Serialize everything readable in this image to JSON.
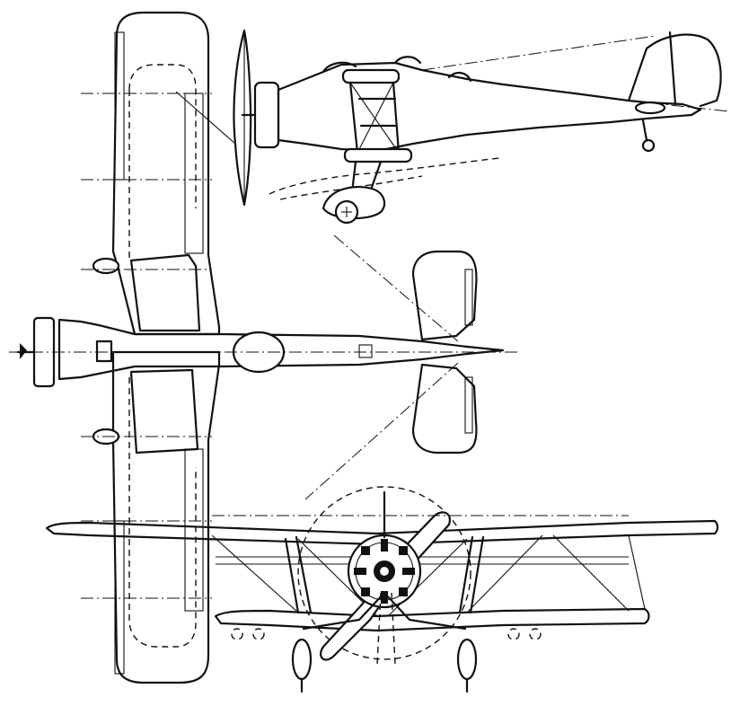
{
  "figure": {
    "views": [
      "side-view",
      "top-view",
      "front-view"
    ],
    "palette": {
      "ink": "#111111",
      "paper": "#ffffff"
    }
  }
}
